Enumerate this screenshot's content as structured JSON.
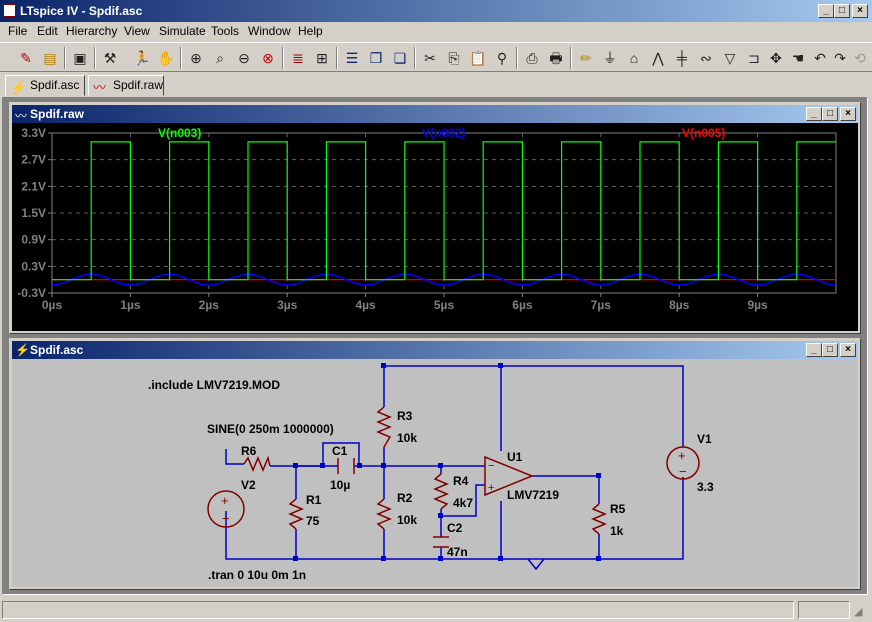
{
  "window": {
    "title": "LTspice IV - Spdif.asc"
  },
  "menu": [
    "File",
    "Edit",
    "Hierarchy",
    "View",
    "Simulate",
    "Tools",
    "Window",
    "Help"
  ],
  "tabs": [
    {
      "label": "Spdif.asc"
    },
    {
      "label": "Spdif.raw"
    }
  ],
  "waveform": {
    "title": "Spdif.raw",
    "traces": [
      {
        "name": "V(n003)",
        "color": "#00ff00"
      },
      {
        "name": "V(n002)",
        "color": "#0000ff"
      },
      {
        "name": "V(n005)",
        "color": "#ff0000"
      }
    ],
    "y_ticks": [
      "3.3V",
      "2.7V",
      "2.1V",
      "1.5V",
      "0.9V",
      "0.3V",
      "-0.3V"
    ],
    "x_ticks": [
      "0µs",
      "1µs",
      "2µs",
      "3µs",
      "4µs",
      "5µs",
      "6µs",
      "7µs",
      "8µs",
      "9µs"
    ]
  },
  "chart_data": {
    "type": "line",
    "xlim": [
      0,
      10
    ],
    "ylim": [
      -0.3,
      3.3
    ],
    "xlabel": "",
    "ylabel": "",
    "square_high_intervals": [
      [
        0.5,
        1.0
      ],
      [
        1.5,
        2.0
      ],
      [
        2.5,
        3.0
      ],
      [
        3.5,
        4.0
      ],
      [
        4.5,
        5.0
      ],
      [
        5.5,
        6.0
      ],
      [
        6.5,
        7.0
      ],
      [
        7.5,
        8.0
      ],
      [
        8.5,
        9.0
      ],
      [
        9.5,
        10.0
      ]
    ],
    "square_high": 3.1,
    "square_low": 0.0,
    "sine": {
      "offset": 0.0,
      "amplitude": 0.12,
      "frequency_mhz": 1
    },
    "flat_value": 0.0
  },
  "schematic": {
    "title": "Spdif.asc",
    "directives": {
      "include": ".include LMV7219.MOD",
      "tran": ".tran 0 10u 0m 1n",
      "sine": "SINE(0 250m 1000000)"
    },
    "components": {
      "R6": "R6",
      "V2": "V2",
      "R1": "R1",
      "R1v": "75",
      "C1": "C1",
      "C1v": "10µ",
      "R3": "R3",
      "R3v": "10k",
      "R2": "R2",
      "R2v": "10k",
      "R4": "R4",
      "R4v": "4k7",
      "C2": "C2",
      "C2v": "47n",
      "U1": "U1",
      "U1v": "LMV7219",
      "R5": "R5",
      "R5v": "1k",
      "V1": "V1",
      "V1v": "3.3"
    }
  }
}
